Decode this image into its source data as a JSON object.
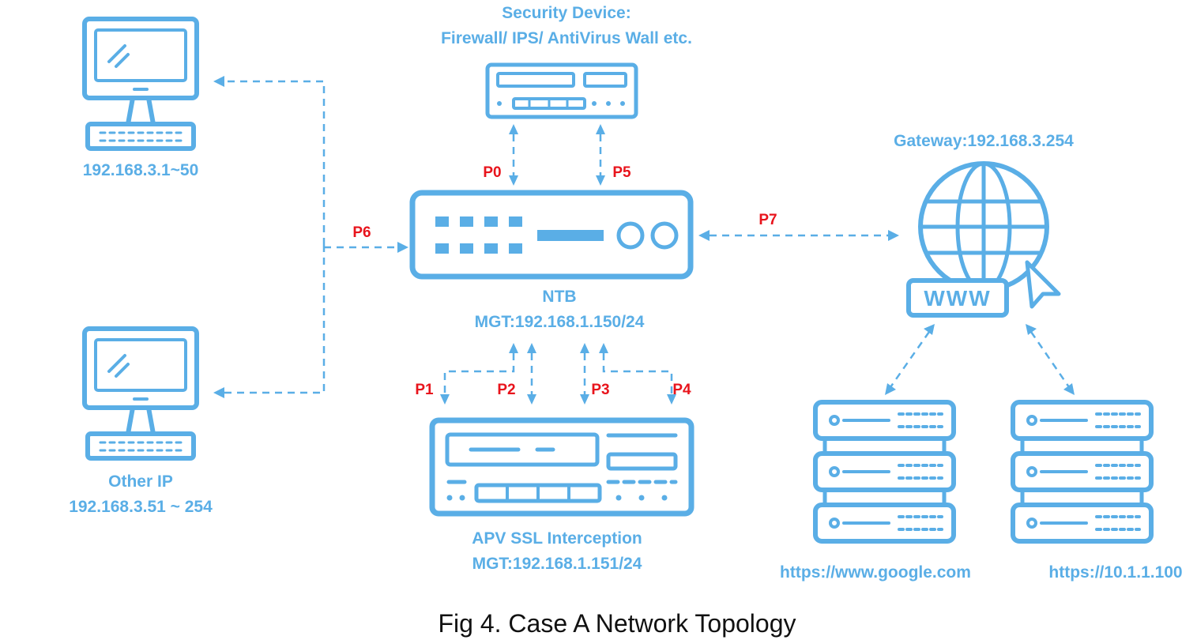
{
  "colors": {
    "accent": "#5aaee6",
    "port": "#e8141c",
    "caption": "#111111"
  },
  "nodes": {
    "security": {
      "line1": "Security Device:",
      "line2": "Firewall/ IPS/ AntiVirus Wall etc."
    },
    "pc1": {
      "label": "192.168.3.1~50"
    },
    "pc2": {
      "line1": "Other IP",
      "line2": "192.168.3.51 ~ 254"
    },
    "ntb": {
      "line1": "NTB",
      "line2": "MGT:192.168.1.150/24"
    },
    "apv": {
      "line1": "APV SSL Interception",
      "line2": "MGT:192.168.1.151/24"
    },
    "gateway": {
      "label": "Gateway:192.168.3.254",
      "www": "WWW"
    },
    "server1": {
      "label": "https://www.google.com"
    },
    "server2": {
      "label": "https://10.1.1.100"
    }
  },
  "ports": {
    "p0": "P0",
    "p1": "P1",
    "p2": "P2",
    "p3": "P3",
    "p4": "P4",
    "p5": "P5",
    "p6": "P6",
    "p7": "P7"
  },
  "caption": "Fig 4. Case A Network Topology"
}
